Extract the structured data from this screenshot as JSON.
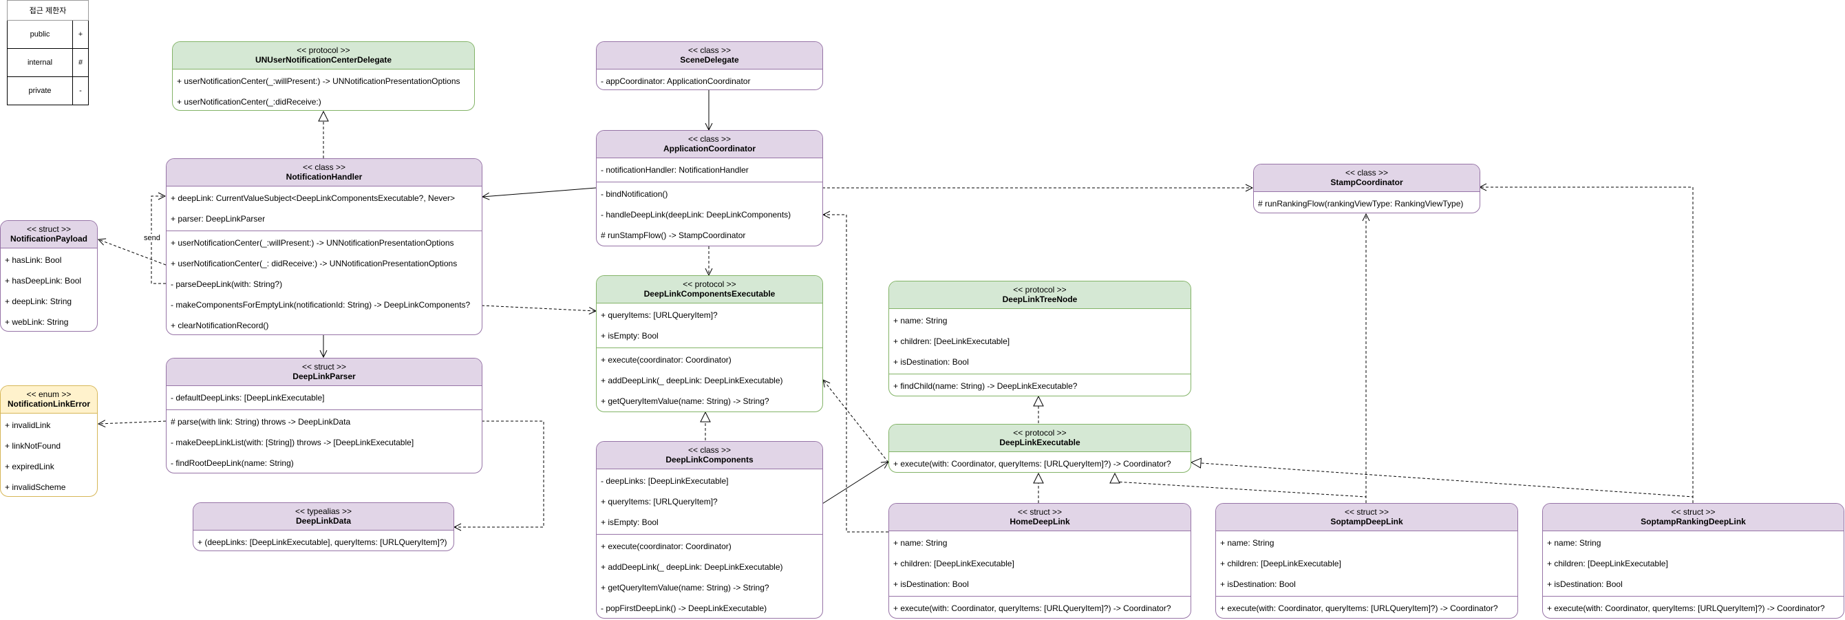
{
  "legend": {
    "title": "접근 제한자",
    "rows": [
      {
        "name": "public",
        "symbol": "+"
      },
      {
        "name": "internal",
        "symbol": "#"
      },
      {
        "name": "private",
        "symbol": "-"
      }
    ]
  },
  "edge_label_send": "send",
  "boxes": {
    "unDelegate": {
      "stereotype": "<< protocol >>",
      "name": "UNUserNotificationCenterDelegate",
      "sections": [
        [
          "+ userNotificationCenter(_:willPresent:) -> UNNotificationPresentationOptions",
          "+ userNotificationCenter(_:didReceive:)"
        ]
      ]
    },
    "sceneDelegate": {
      "stereotype": "<< class >>",
      "name": "SceneDelegate",
      "sections": [
        [
          "- appCoordinator: ApplicationCoordinator"
        ]
      ]
    },
    "notificationHandler": {
      "stereotype": "<< class >>",
      "name": "NotificationHandler",
      "sections": [
        [
          "+ deepLink: CurrentValueSubject<DeepLinkComponentsExecutable?, Never>",
          "+ parser: DeepLinkParser"
        ],
        [
          "+ userNotificationCenter(_:willPresent:) -> UNNotificationPresentationOptions",
          "+ userNotificationCenter(_: didReceive:) -> UNNotificationPresentationOptions",
          "- parseDeepLink(with: String?)",
          "- makeComponentsForEmptyLink(notificationId: String) -> DeepLinkComponents?",
          "+ clearNotificationRecord()"
        ]
      ]
    },
    "appCoordinator": {
      "stereotype": "<< class >>",
      "name": "ApplicationCoordinator",
      "sections": [
        [
          "- notificationHandler: NotificationHandler"
        ],
        [
          "- bindNotification()",
          "- handleDeepLink(deepLink: DeepLinkComponents)",
          "# runStampFlow() -> StampCoordinator"
        ]
      ]
    },
    "stampCoordinator": {
      "stereotype": "<< class >>",
      "name": "StampCoordinator",
      "sections": [
        [
          "# runRankingFlow(rankingViewType: RankingViewType)"
        ]
      ]
    },
    "notificationPayload": {
      "stereotype": "<< struct >>",
      "name": "NotificationPayload",
      "sections": [
        [
          "+ hasLink: Bool",
          "+ hasDeepLink: Bool",
          "+ deepLink: String",
          "+ webLink: String"
        ]
      ]
    },
    "deepLinkComponentsExecutable": {
      "stereotype": "<< protocol >>",
      "name": "DeepLinkComponentsExecutable",
      "sections": [
        [
          "+ queryItems: [URLQueryItem]?",
          "+ isEmpty: Bool"
        ],
        [
          "+ execute(coordinator: Coordinator)",
          "+ addDeepLink(_ deepLink: DeepLinkExecutable)",
          "+ getQueryItemValue(name: String) -> String?"
        ]
      ]
    },
    "deepLinkTreeNode": {
      "stereotype": "<< protocol >>",
      "name": "DeepLinkTreeNode",
      "sections": [
        [
          "+ name: String",
          "+ children: [DeeLinkExecutable]",
          "+ isDestination: Bool"
        ],
        [
          "+ findChild(name: String) -> DeepLinkExecutable?"
        ]
      ]
    },
    "deepLinkParser": {
      "stereotype": "<< struct >>",
      "name": "DeepLinkParser",
      "sections": [
        [
          "- defaultDeepLinks: [DeepLinkExecutable]"
        ],
        [
          "# parse(with link: String) throws -> DeepLinkData",
          "- makeDeepLinkList(with: [String]) throws -> [DeepLinkExecutable]",
          "- findRootDeepLink(name: String)"
        ]
      ]
    },
    "notificationLinkError": {
      "stereotype": "<< enum >>",
      "name": "NotificationLinkError",
      "sections": [
        [
          "+ invalidLink",
          "+ linkNotFound",
          "+ expiredLink",
          "+ invalidScheme"
        ]
      ]
    },
    "deepLinkExecutable": {
      "stereotype": "<< protocol >>",
      "name": "DeepLinkExecutable",
      "sections": [
        [
          "+ execute(with: Coordinator, queryItems: [URLQueryItem]?) -> Coordinator?"
        ]
      ]
    },
    "deepLinkComponents": {
      "stereotype": "<< class >>",
      "name": "DeepLinkComponents",
      "sections": [
        [
          "- deepLinks: [DeepLinkExecutable]",
          "+ queryItems: [URLQueryItem]?",
          "+ isEmpty: Bool"
        ],
        [
          "+ execute(coordinator: Coordinator)",
          "+ addDeepLink(_ deepLink: DeepLinkExecutable)",
          "+ getQueryItemValue(name: String) -> String?",
          "- popFirstDeepLink() -> DeepLinkExecutable)"
        ]
      ]
    },
    "deepLinkData": {
      "stereotype": "<< typealias >>",
      "name": "DeepLinkData",
      "sections": [
        [
          "+ (deepLinks: [DeepLinkExecutable], queryItems: [URLQueryItem]?)"
        ]
      ]
    },
    "homeDeepLink": {
      "stereotype": "<< struct >>",
      "name": "HomeDeepLink",
      "sections": [
        [
          "+ name: String",
          "+ children: [DeepLinkExecutable]",
          "+ isDestination: Bool"
        ],
        [
          "+ execute(with: Coordinator, queryItems: [URLQueryItem]?) -> Coordinator?"
        ]
      ]
    },
    "soptampDeepLink": {
      "stereotype": "<< struct >>",
      "name": "SoptampDeepLink",
      "sections": [
        [
          "+ name: String",
          "+ children: [DeepLinkExecutable]",
          "+ isDestination: Bool"
        ],
        [
          "+ execute(with: Coordinator, queryItems: [URLQueryItem]?) -> Coordinator?"
        ]
      ]
    },
    "soptampRankingDeepLink": {
      "stereotype": "<< struct >>",
      "name": "SoptampRankingDeepLink",
      "sections": [
        [
          "+ name: String",
          "+ children: [DeepLinkExecutable]",
          "+ isDestination: Bool"
        ],
        [
          "+ execute(with: Coordinator, queryItems: [URLQueryItem]?) -> Coordinator?"
        ]
      ]
    }
  }
}
